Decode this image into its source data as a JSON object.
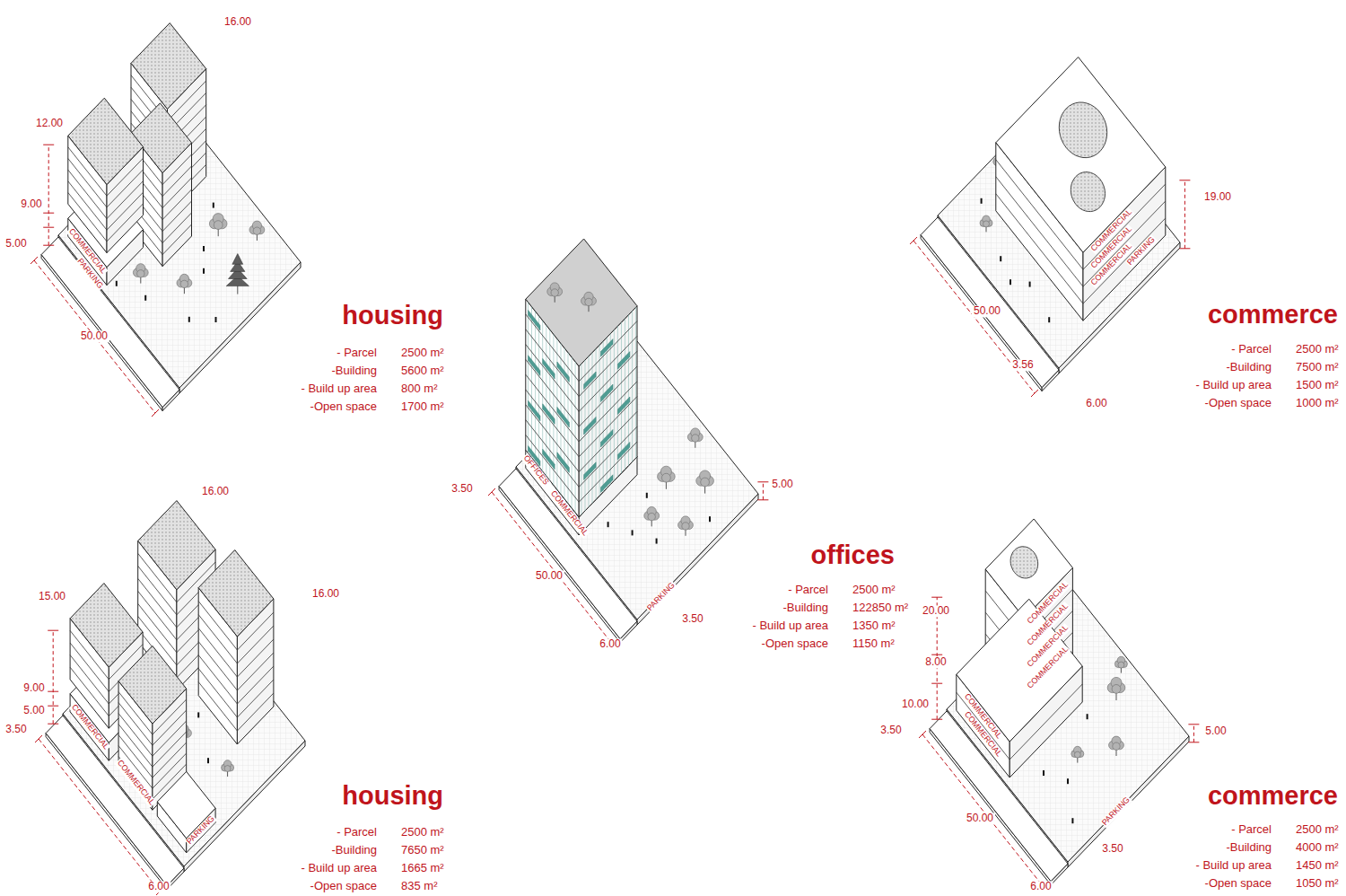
{
  "diagram": {
    "labels": [
      "16.00",
      "12.00",
      "9.00",
      "5.00",
      "50.00",
      "COMMERCIAL",
      "PARKING",
      "housing",
      "- Parcel",
      "2500 m²",
      "-Building",
      "5600 m²",
      "- Build up area",
      "800 m²",
      "-Open space",
      "1700 m²",
      "16.00",
      "16.00",
      "15.00",
      "9.00",
      "5.00",
      "3.50",
      "6.00",
      "COMMERCIAL",
      "COMMERCIAL",
      "PARKING",
      "housing",
      "- Parcel",
      "2500 m²",
      "-Building",
      "7650 m²",
      "- Build up area",
      "1665 m²",
      "-Open space",
      "835 m²",
      "3.50",
      "50.00",
      "6.00",
      "3.50",
      "5.00",
      "OFFICES",
      "COMMERCIAL",
      "PARKING",
      "offices",
      "- Parcel",
      "2500 m²",
      "-Building",
      "122850 m²",
      "- Build up area",
      "1350 m²",
      "-Open space",
      "1150 m²",
      "19.00",
      "50.00",
      "3.56",
      "6.00",
      "COMMERCIAL",
      "COMMERCIAL",
      "COMMERCIAL",
      "PARKING",
      "commerce",
      "- Parcel",
      "2500 m²",
      "-Building",
      "7500 m²",
      "- Build up area",
      "1500 m²",
      "-Open space",
      "1000 m²",
      "20.00",
      "8.00",
      "10.00",
      "3.50",
      "50.00",
      "6.00",
      "3.50",
      "5.00",
      "COMMERCIAL",
      "COMMERCIAL",
      "COMMERCIAL",
      "COMMERCIAL",
      "COMMERCIAL",
      "COMMERCIAL",
      "PARKING",
      "commerce",
      "- Parcel",
      "2500 m²",
      "-Building",
      "4000 m²",
      "- Build up area",
      "1450 m²",
      "-Open space",
      "1050 m²"
    ]
  }
}
